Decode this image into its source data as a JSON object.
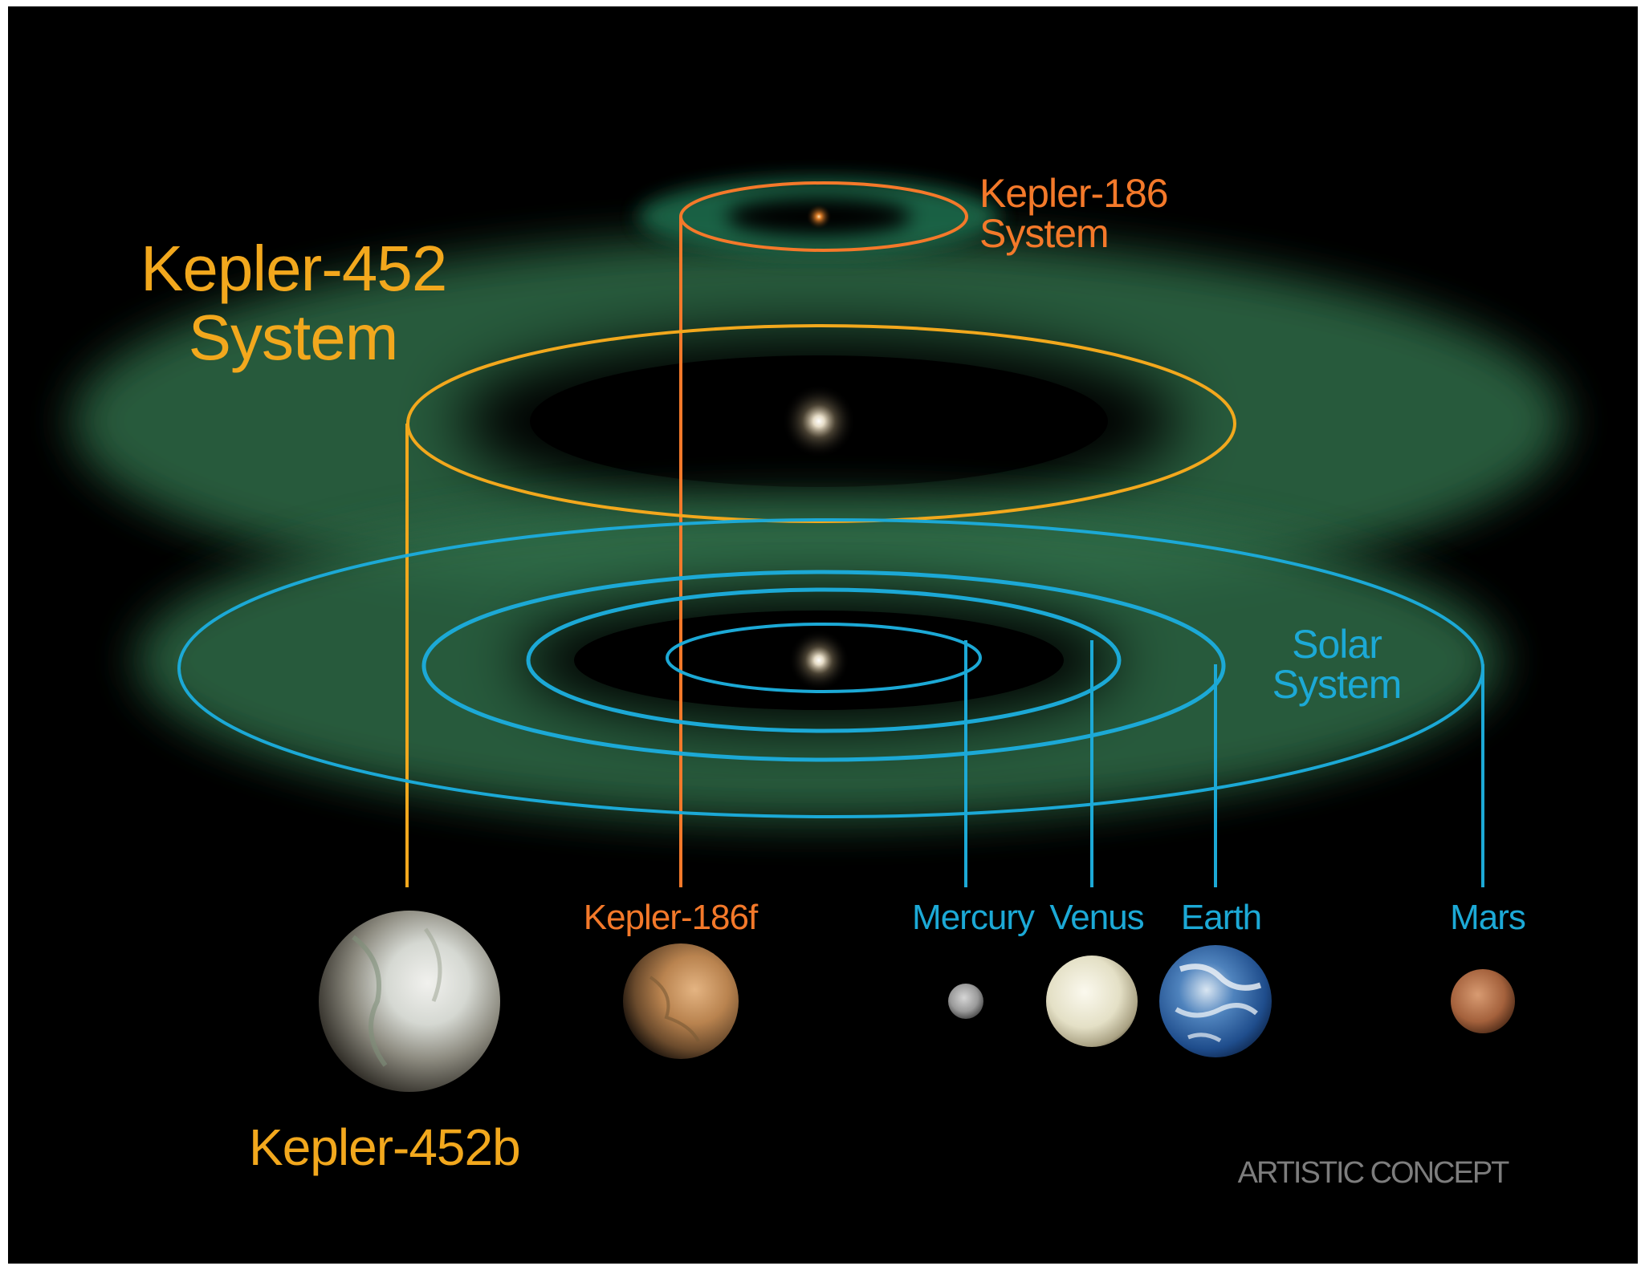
{
  "systems": {
    "kepler452": {
      "line1": "Kepler-452",
      "line2": "System",
      "color": "#f2a81d"
    },
    "kepler186": {
      "line1": "Kepler-186",
      "line2": "System",
      "color": "#f4792a"
    },
    "solar": {
      "line1": "Solar",
      "line2": "System",
      "color": "#1ca9d6"
    }
  },
  "planets": {
    "kepler452b": "Kepler-452b",
    "kepler186f": "Kepler-186f",
    "mercury": "Mercury",
    "venus": "Venus",
    "earth": "Earth",
    "mars": "Mars"
  },
  "credit": "ARTISTIC CONCEPT",
  "colors": {
    "background": "#000000",
    "habitable_zone": "#2f6a47",
    "star": "#fff4dc"
  }
}
